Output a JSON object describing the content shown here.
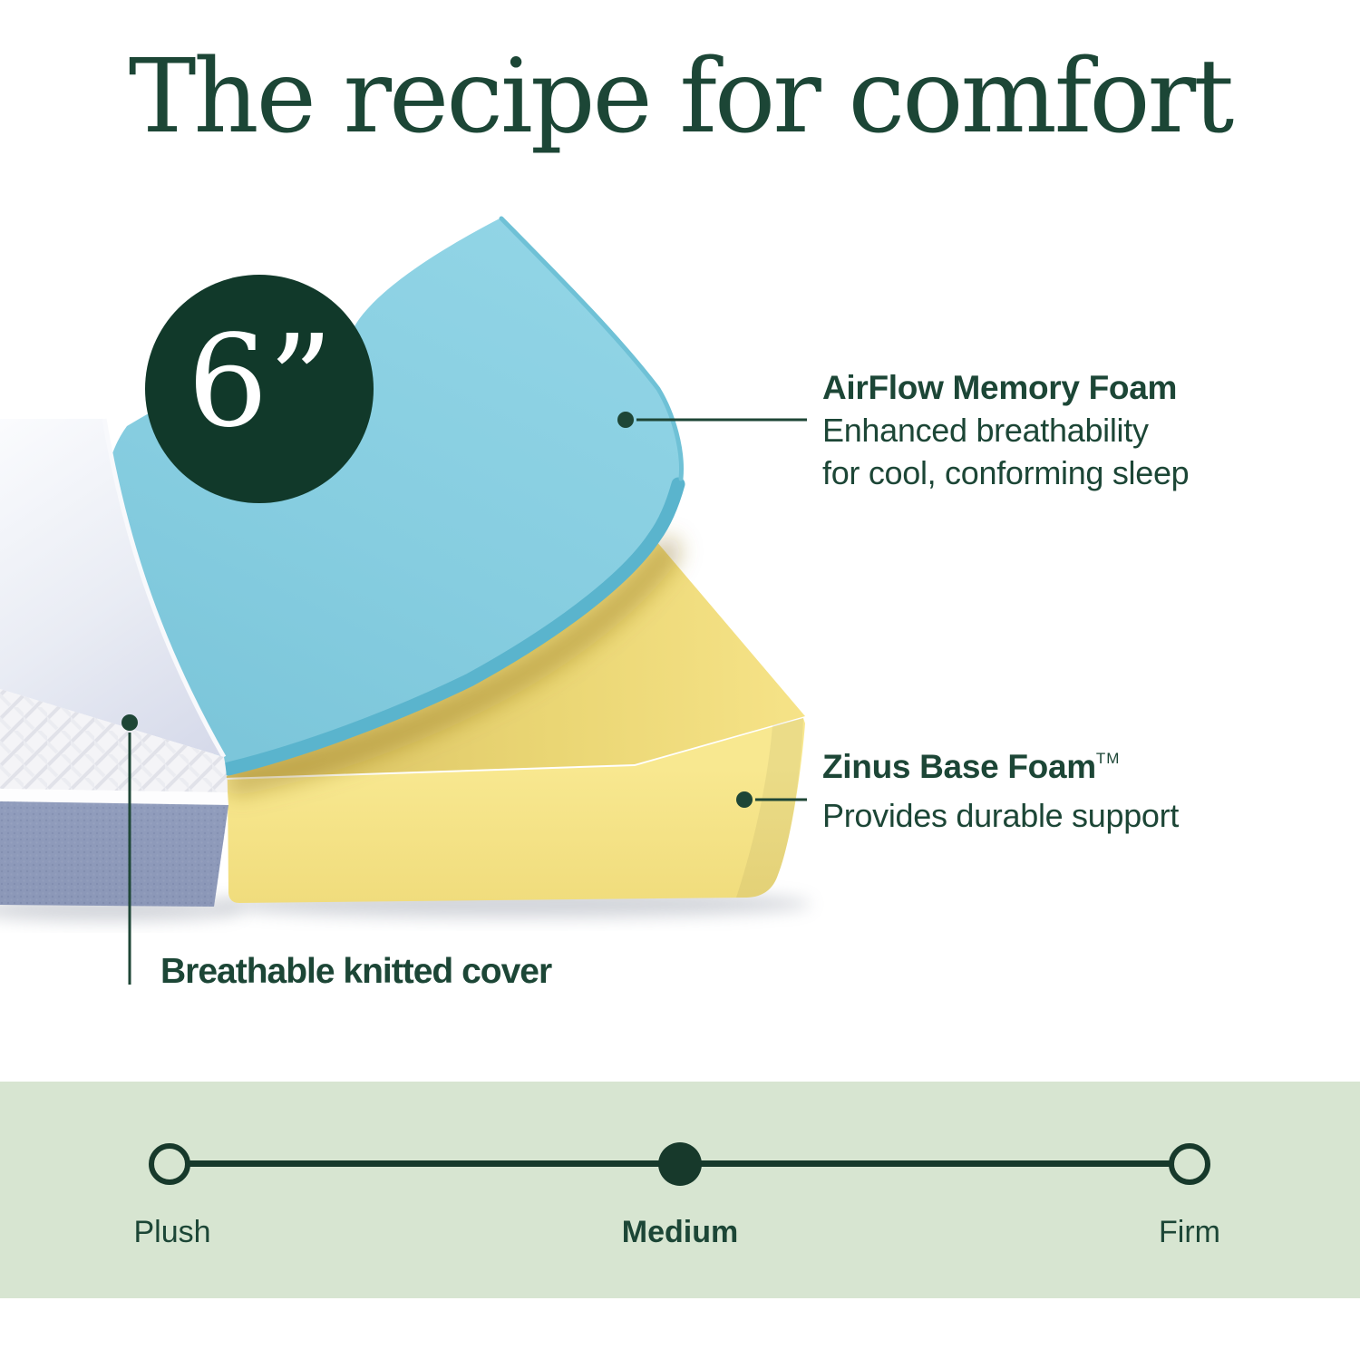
{
  "title": "The recipe for comfort",
  "badge": {
    "label": "6”"
  },
  "callouts": {
    "memory_foam": {
      "title": "AirFlow Memory Foam",
      "desc_line1": "Enhanced breathability",
      "desc_line2": "for cool, conforming sleep"
    },
    "base_foam": {
      "title": "Zinus Base Foam",
      "trademark": "TM",
      "desc_line1": "Provides durable support"
    },
    "cover": {
      "label": "Breathable knitted cover"
    }
  },
  "firmness_scale": {
    "min_label": "Plush",
    "selected_label": "Medium",
    "max_label": "Firm",
    "selected_value": "Medium"
  },
  "colors": {
    "text_green": "#1c4636",
    "badge_green": "#11392a",
    "scale_green": "#17392b",
    "band_background": "#d7e5d1",
    "memory_foam_blue": "#86cde0",
    "memory_foam_edge_blue": "#5ab4cd",
    "base_foam_yellow": "#f6e48b",
    "cover_top_white": "#e8ebf4",
    "cover_base_gray_blue": "#8e99b9"
  }
}
